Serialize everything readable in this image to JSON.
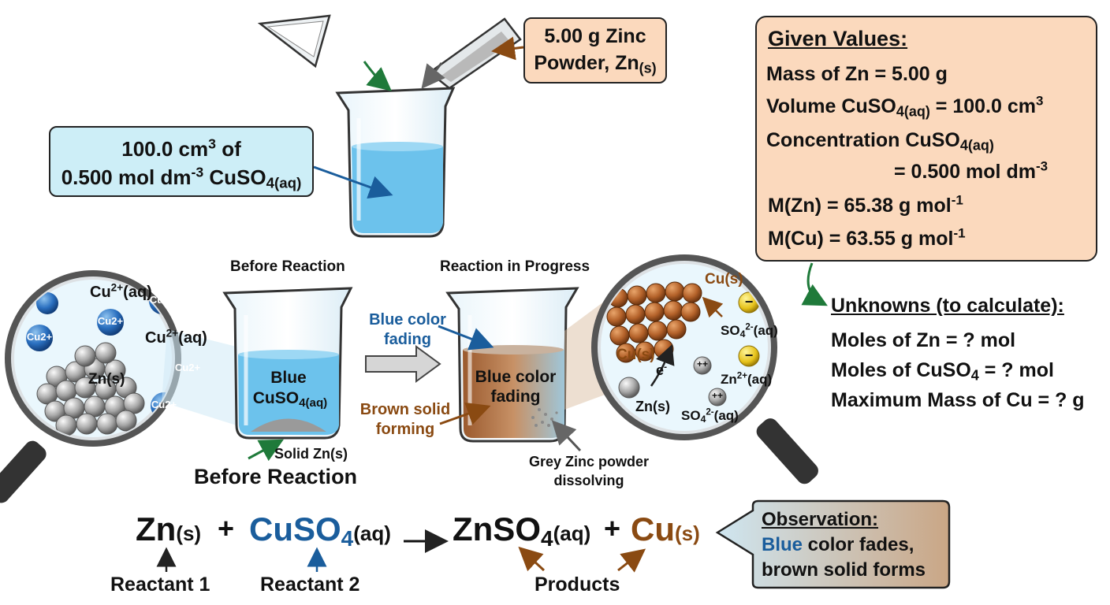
{
  "labels": {
    "zinc_box": {
      "line1": "5.00 g Zinc",
      "line2": "Powder, Zn",
      "line2_sub": "(s)"
    },
    "solution_box": {
      "line1_a": "100.0 cm",
      "line1_sup": "3",
      "line1_b": " of",
      "line2_a": "0.500 mol dm",
      "line2_sup": "-3",
      "line2_b": " CuSO",
      "line2_sub": "4(aq)"
    },
    "before_title": "Before Reaction",
    "progress_title": "Reaction in Progress",
    "before_caption": "Before Reaction",
    "solid_zn": "Solid Zn(s)",
    "blue_line1": "Blue",
    "blue_line2_a": "CuSO",
    "blue_line2_sub": "4(aq)",
    "blue_fading_side_1": "Blue color",
    "blue_fading_side_2": "fading",
    "blue_fading_in_1": "Blue color",
    "blue_fading_in_2": "fading",
    "brown_solid_1": "Brown solid",
    "brown_solid_2": "forming",
    "grey_zinc_1": "Grey Zinc powder",
    "grey_zinc_2": "dissolving"
  },
  "magnifier_left": {
    "ion_badge": "Cu2+",
    "cu_label_a": "Cu",
    "cu_label_sup": "2+",
    "cu_label_b": "(aq)",
    "zn_label": "Zn(s)"
  },
  "magnifier_right": {
    "cu_top": "Cu(s)",
    "cu_left": "Cu(s)",
    "electron_a": "e",
    "electron_sup": "-",
    "so4_top_a": "SO",
    "so4_top_sub": "4",
    "so4_top_sup": "2-",
    "so4_top_b": "(aq)",
    "zn_ion_a": "Zn",
    "zn_ion_sup": "2+",
    "zn_ion_b": "(aq)",
    "so4_bottom_a": "SO",
    "so4_bottom_sub": "4",
    "so4_bottom_sup": "2-",
    "so4_bottom_b": "(aq)",
    "zn_solid": "Zn(s)",
    "minus": "−",
    "plusplus": "++"
  },
  "given": {
    "title": "Given Values:",
    "l1": "Mass of Zn = 5.00 g",
    "l2_a": "Volume CuSO",
    "l2_sub": "4(aq)",
    "l2_b": " = 100.0 cm",
    "l2_sup": "3",
    "l3_a": "Concentration CuSO",
    "l3_sub": "4(aq)",
    "l4_a": "= 0.500 mol dm",
    "l4_sup": "-3",
    "l5_a": "M(Zn) = 65.38 g mol",
    "l5_sup": "-1",
    "l6_a": "M(Cu) = 63.55 g mol",
    "l6_sup": "-1"
  },
  "unknowns": {
    "title": "Unknowns (to calculate):",
    "l1": "Moles of Zn = ? mol",
    "l2_a": "Moles of CuSO",
    "l2_sub": "4",
    "l2_b": " = ? mol",
    "l3": "Maximum Mass of Cu = ? g"
  },
  "equation": {
    "zn": "Zn",
    "zn_state": "(s)",
    "plus1": "+",
    "cuso4": "CuSO",
    "cuso4_sub": "4",
    "cuso4_state": "(aq)",
    "arrow": "→",
    "znso4": "ZnSO",
    "znso4_sub": "4",
    "znso4_state": "(aq)",
    "plus2": "+",
    "cu": "Cu",
    "cu_state": "(s)",
    "reactant1": "Reactant 1",
    "reactant2": "Reactant 2",
    "products": "Products"
  },
  "observation": {
    "title": "Observation:",
    "l1_a": "Blue",
    "l1_b": " color fades,",
    "l2": "brown solid forms"
  },
  "colors": {
    "blue_text": "#1a5d9c",
    "brown_text": "#8a4a12",
    "green_arrow": "#1f7a3a",
    "peach_box": "#fbd9bd",
    "light_blue_box": "#cdeef7",
    "solution_blue": "#6cc2ec",
    "copper": "#b8652a"
  }
}
